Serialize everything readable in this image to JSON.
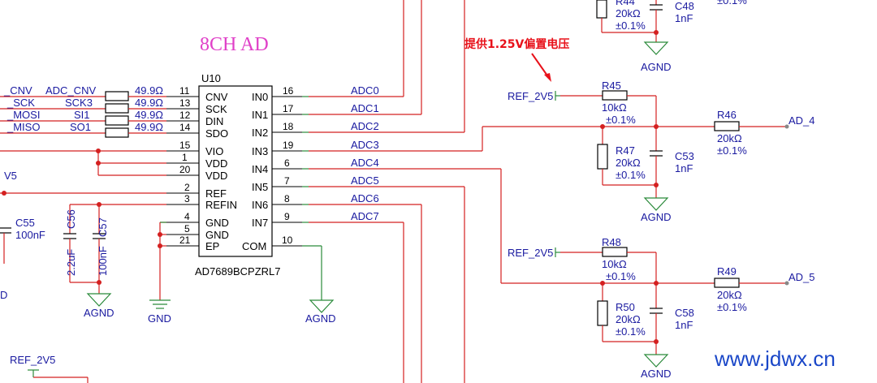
{
  "title": "8CH AD",
  "annotation": "提供1.25V偏置电压",
  "watermark": "www.jdwx.cn",
  "colors": {
    "wire": "#d42020",
    "label": "#1a1aa0",
    "title": "#e040c8",
    "annotation": "#e8111a",
    "ground": "#2a8a3a"
  },
  "chip": {
    "ref": "U10",
    "part": "AD7689BCPZRL7",
    "left_pins": [
      {
        "num": "11",
        "name": "CNV"
      },
      {
        "num": "13",
        "name": "SCK"
      },
      {
        "num": "12",
        "name": "DIN"
      },
      {
        "num": "14",
        "name": "SDO"
      },
      {
        "num": "15",
        "name": "VIO"
      },
      {
        "num": "1",
        "name": "VDD"
      },
      {
        "num": "20",
        "name": "VDD"
      },
      {
        "num": "2",
        "name": "REF"
      },
      {
        "num": "3",
        "name": "REFIN"
      },
      {
        "num": "4",
        "name": "GND"
      },
      {
        "num": "5",
        "name": "GND"
      },
      {
        "num": "21",
        "name": "EP"
      }
    ],
    "right_pins": [
      {
        "num": "16",
        "name": "IN0"
      },
      {
        "num": "17",
        "name": "IN1"
      },
      {
        "num": "18",
        "name": "IN2"
      },
      {
        "num": "19",
        "name": "IN3"
      },
      {
        "num": "6",
        "name": "IN4"
      },
      {
        "num": "7",
        "name": "IN5"
      },
      {
        "num": "8",
        "name": "IN6"
      },
      {
        "num": "9",
        "name": "IN7"
      },
      {
        "num": "10",
        "name": "COM"
      }
    ]
  },
  "left_nets": [
    "_CNV",
    "_SCK",
    "_MOSI",
    "_MISO"
  ],
  "series_nets": [
    "ADC_CNV",
    "SCK3",
    "SI1",
    "SO1"
  ],
  "series_res": [
    "49.9Ω",
    "49.9Ω",
    "49.9Ω",
    "49.9Ω"
  ],
  "adc_nets": [
    "ADC0",
    "ADC1",
    "ADC2",
    "ADC3",
    "ADC4",
    "ADC5",
    "ADC6",
    "ADC7"
  ],
  "partial_v5": "V5",
  "partial_d": "D",
  "caps_left": {
    "c55": {
      "ref": "C55",
      "val": "100nF"
    },
    "c56": {
      "ref": "C56",
      "val": "2.2uF"
    },
    "c57": {
      "ref": "C57",
      "val": "100nF"
    }
  },
  "grounds": {
    "agnd": "AGND",
    "gnd": "GND"
  },
  "ref_label": "REF_2V5",
  "top_block": {
    "r_ref": "R44",
    "r_val": "20kΩ",
    "r_tol": "±0.1%",
    "c_ref": "C48",
    "c_val": "1nF",
    "partial": "±0.1%"
  },
  "block1": {
    "ref_net": "REF_2V5",
    "ra": {
      "ref": "R45",
      "val": "10kΩ",
      "tol": "±0.1%"
    },
    "rb": {
      "ref": "R47",
      "val": "20kΩ",
      "tol": "±0.1%"
    },
    "c": {
      "ref": "C53",
      "val": "1nF"
    },
    "rs": {
      "ref": "R46",
      "val": "20kΩ",
      "tol": "±0.1%"
    },
    "out": "AD_4"
  },
  "block2": {
    "ref_net": "REF_2V5",
    "ra": {
      "ref": "R48",
      "val": "10kΩ",
      "tol": "±0.1%"
    },
    "rb": {
      "ref": "R50",
      "val": "20kΩ",
      "tol": "±0.1%"
    },
    "c": {
      "ref": "C58",
      "val": "1nF"
    },
    "rs": {
      "ref": "R49",
      "val": "20kΩ",
      "tol": "±0.1%"
    },
    "out": "AD_5"
  }
}
